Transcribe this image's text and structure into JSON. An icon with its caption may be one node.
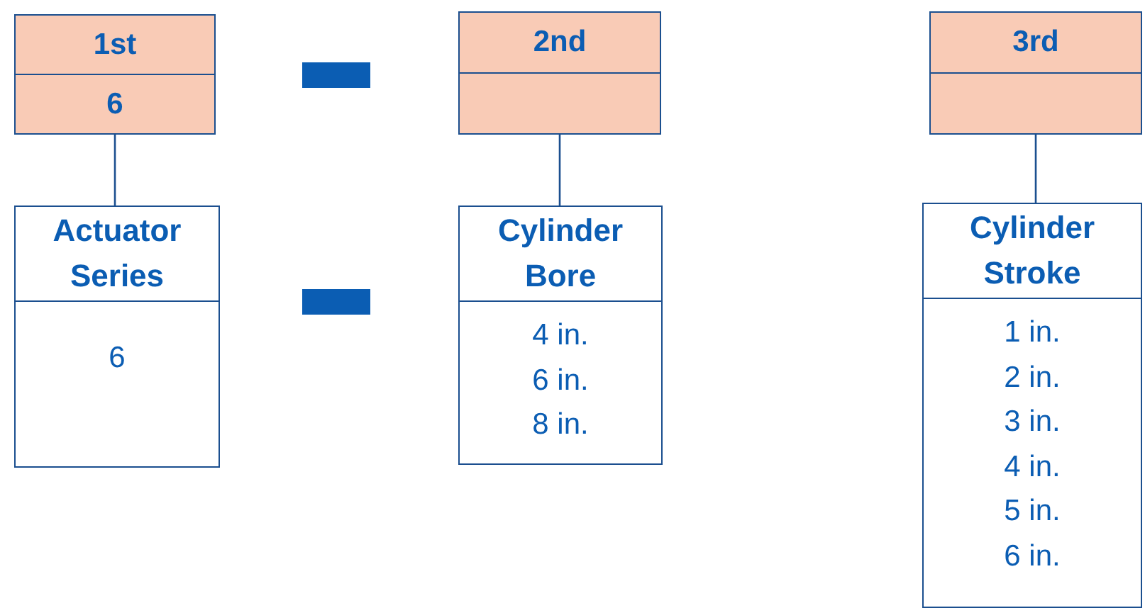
{
  "diagram": {
    "nodes": [
      {
        "text": [
          "1st",
          "6"
        ]
      },
      {
        "text": [
          "2nd"
        ]
      },
      {
        "text": [
          "3rd"
        ]
      },
      {
        "text": [
          "Actuator Series",
          "6"
        ]
      },
      {
        "text": [
          "Cylinder Bore",
          "4 in.",
          "6 in.",
          "8 in."
        ]
      },
      {
        "text": [
          "Cylinder Stroke",
          "1 in.",
          "2 in.",
          "3 in.",
          "4 in.",
          "5 in.",
          "6 in."
        ]
      }
    ],
    "edges": [
      {
        "from": 0,
        "to": 3,
        "arrow": "none"
      },
      {
        "from": 1,
        "to": 4,
        "arrow": "none"
      },
      {
        "from": 2,
        "to": 5,
        "arrow": "none"
      }
    ]
  }
}
